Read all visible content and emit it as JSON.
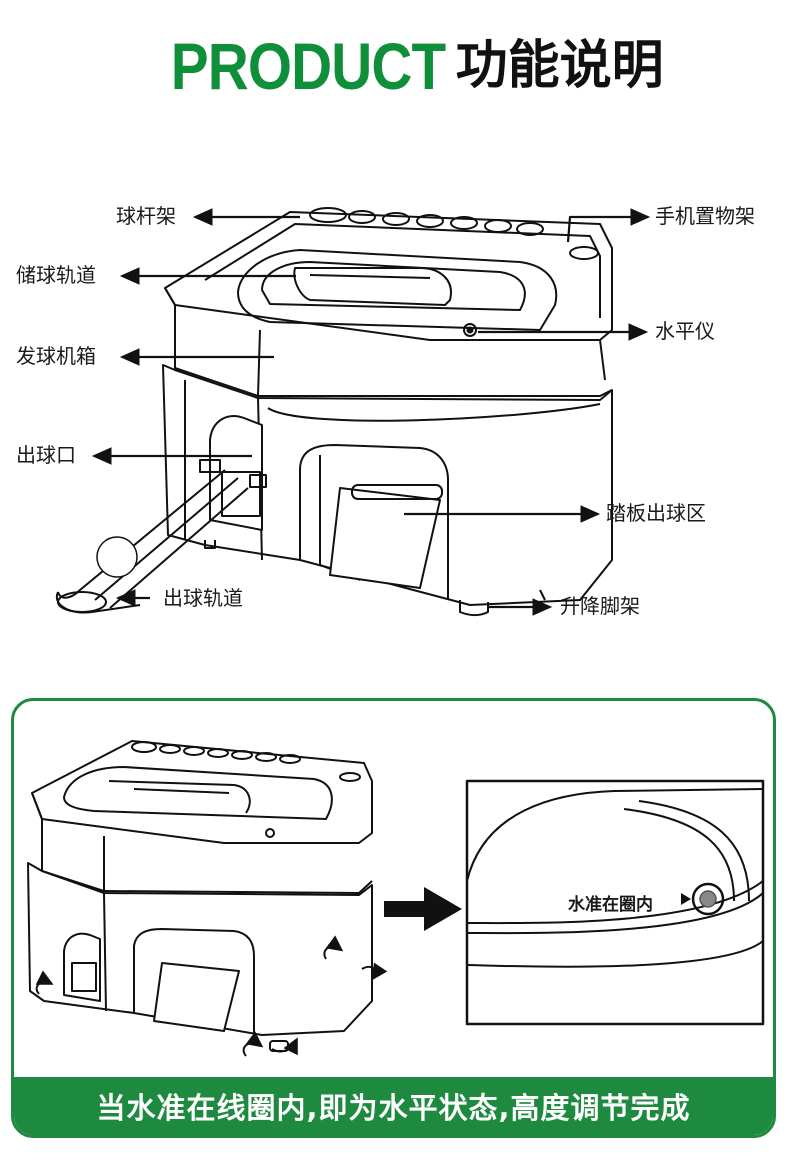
{
  "header": {
    "title_en": "PRODUCT",
    "title_cn": "功能说明"
  },
  "labels": {
    "club_rack": "球杆架",
    "ball_storage_track": "储球轨道",
    "ball_dispenser_box": "发球机箱",
    "ball_outlet": "出球口",
    "ball_exit_track": "出球轨道",
    "phone_holder": "手机置物架",
    "level": "水平仪",
    "pedal_ball_zone": "踏板出球区",
    "lift_feet": "升降脚架"
  },
  "level_panel": {
    "zoom_label": "水准在圈内",
    "footer_text": "当水准在线圈内,即为水平状态,高度调节完成"
  },
  "colors": {
    "brand_green": "#0f8f3a",
    "panel_green": "#1d8a3f"
  }
}
